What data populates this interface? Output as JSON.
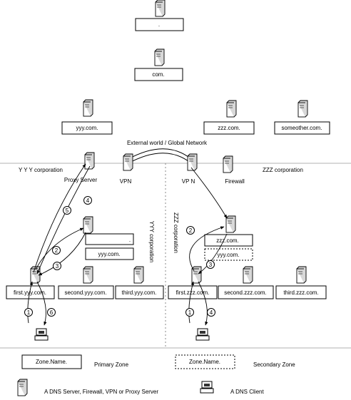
{
  "title": "External world / Global Network",
  "regions": {
    "yyy_corp": "Y Y Y corporation",
    "zzz_corp": "ZZZ corporation",
    "yyy_vertical": "YYY corporation",
    "zzz_vertical": "ZZZ corporation"
  },
  "root_zones": {
    "root": ".",
    "com": "com."
  },
  "tld_zones": {
    "yyy": "yyy.com.",
    "zzz": "zzz.com.",
    "other": "someother.com."
  },
  "devices": {
    "proxy": "Proxy Server",
    "vpn_yyy": "VPN",
    "vpn_zzz": "VP N",
    "firewall": "Firewall"
  },
  "yyy_internal": {
    "root": ".",
    "domain": "yyy.com."
  },
  "zzz_internal": {
    "domain": "zzz.com.",
    "secondary": "yyy.com."
  },
  "yyy_hosts": [
    "first.yyy.com.",
    "second.yyy.com.",
    "third.yyy.com."
  ],
  "zzz_hosts": [
    "first.zzz.com.",
    "second.zzz.com.",
    "third.zzz.com."
  ],
  "steps_yyy": [
    "1",
    "2",
    "3",
    "4",
    "5",
    "6"
  ],
  "steps_zzz": [
    "1",
    "2",
    "3",
    "4"
  ],
  "legend": {
    "primary_sample": "Zone.Name.",
    "primary_label": "Primary Zone",
    "secondary_sample": "Zone.Name.",
    "secondary_label": "Secondary Zone",
    "server_label": "A DNS Server, Firewall, VPN or Proxy Server",
    "client_label": "A DNS Client"
  },
  "icons": {
    "server": "server-icon",
    "client": "dns-client-icon"
  },
  "colors": {
    "line": "#000000",
    "server_fill": "#ffffff",
    "server_top": "#d0d0d0",
    "divider": "#888888"
  }
}
